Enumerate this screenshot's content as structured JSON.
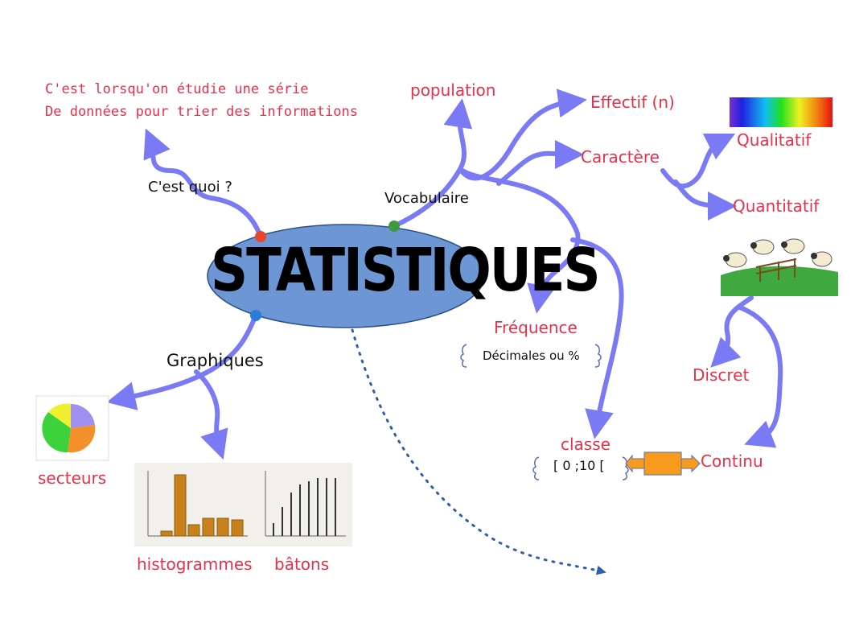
{
  "center": {
    "title": "STATISTIQUES",
    "fill": "#6d97d4"
  },
  "branches": {
    "definition": {
      "label": "C'est quoi ?",
      "lines": [
        "C'est lorsqu'on étudie une série",
        "De données pour trier des informations"
      ]
    },
    "vocabulary": {
      "label": "Vocabulaire",
      "population": "population",
      "effectif": "Effectif (n)",
      "caractere": "Caractère",
      "qualitatif": "Qualitatif",
      "quantitatif": "Quantitatif",
      "discret": "Discret",
      "continu": "Continu",
      "frequence": "Fréquence",
      "frequence_note": "Décimales ou %",
      "classe": "classe",
      "classe_note": "[ 0 ;10 ["
    },
    "graphics": {
      "label": "Graphiques",
      "secteurs": "secteurs",
      "histogrammes": "histogrammes",
      "batons": "bâtons"
    }
  },
  "colors": {
    "arrow": "#7a7af5",
    "text_red": "#e8304a",
    "dot_red": "#e8452a",
    "dot_green": "#3e9a3e",
    "dot_blue": "#2b7ed8",
    "dotted": "#2e5fa8",
    "orange": "#f89a1c"
  }
}
